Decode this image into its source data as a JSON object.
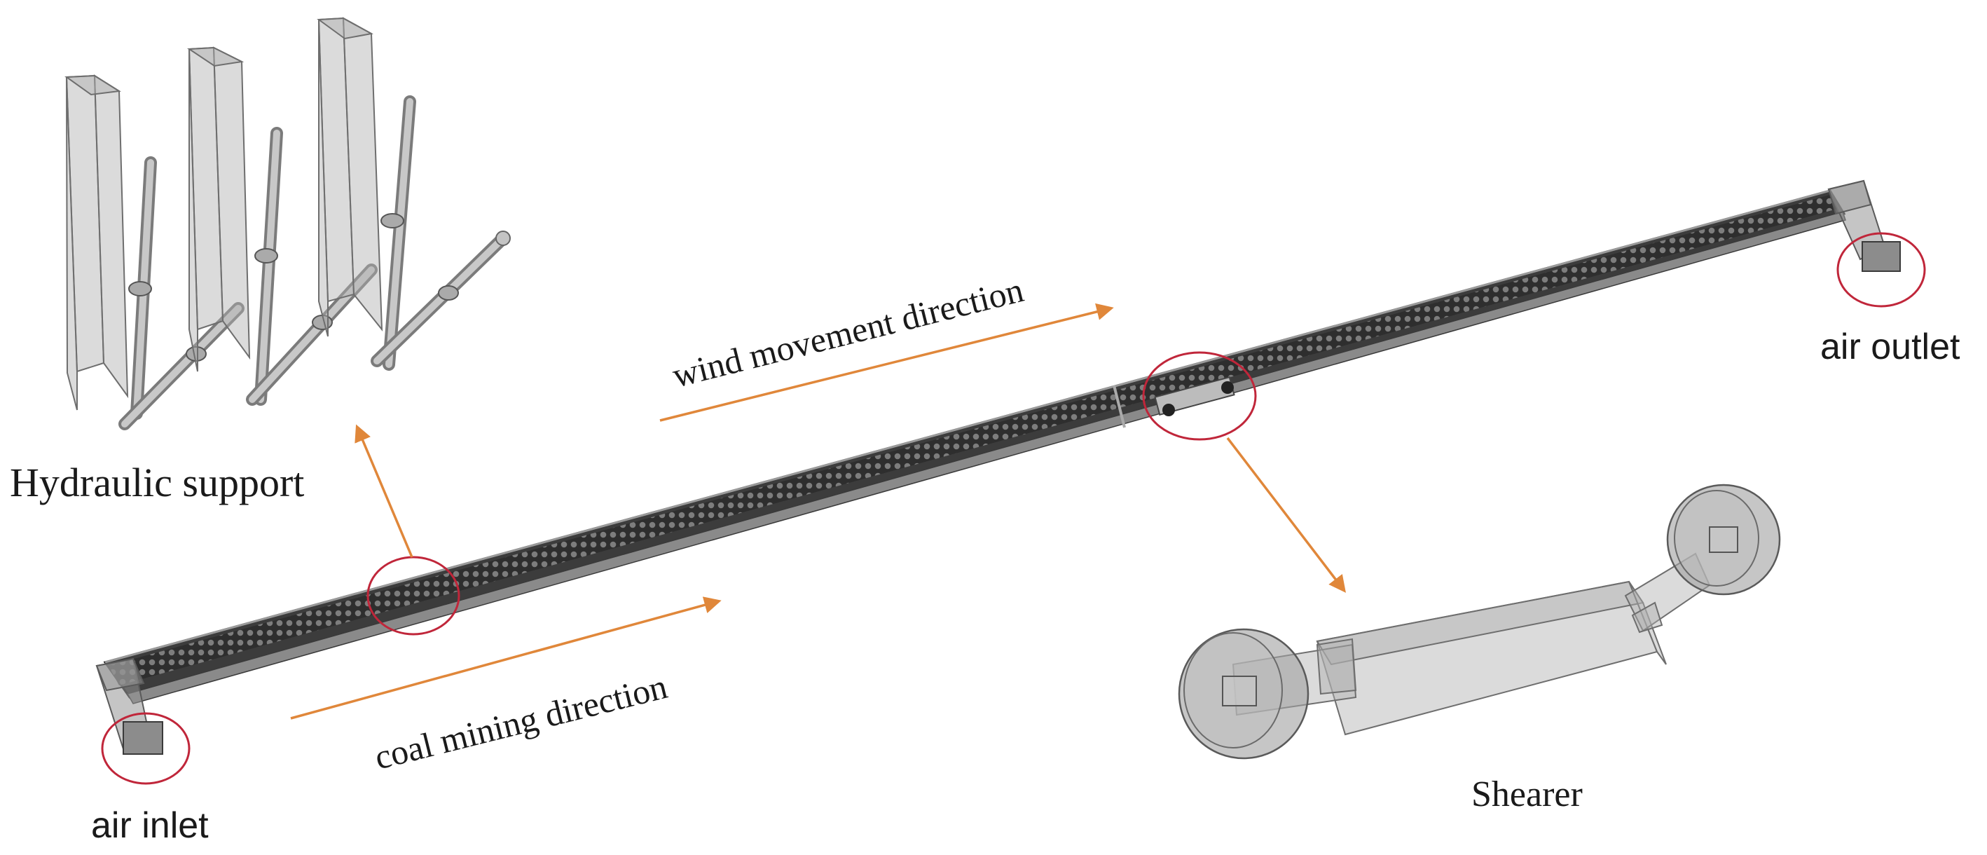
{
  "labels": {
    "hydraulic_support": "Hydraulic support",
    "wind_direction": "wind movement  direction",
    "coal_mining_direction": "coal mining direction",
    "air_inlet": "air inlet",
    "air_outlet": "air outlet",
    "shearer": "Shearer"
  },
  "colors": {
    "arrow": "#e0873a",
    "highlight_circle": "#c0263a",
    "conveyor": "#3a3a3a",
    "conveyor_dots": "#6a6a6a",
    "component_fill": "#b4b4b4",
    "text": "#1a1a1a"
  }
}
